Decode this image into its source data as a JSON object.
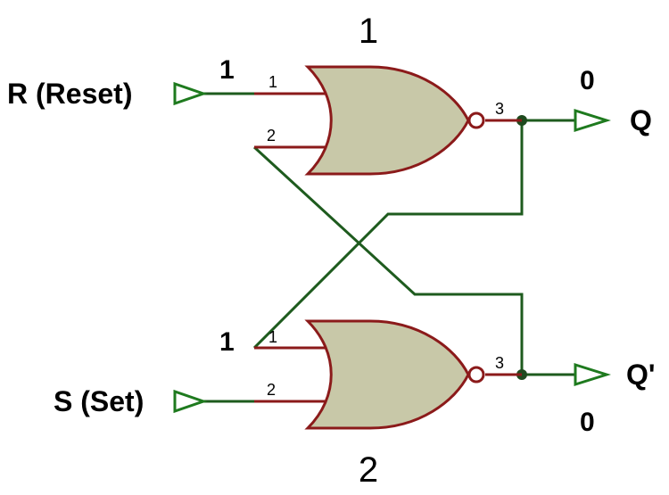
{
  "gates": [
    {
      "label": "1",
      "pins": [
        "1",
        "2",
        "3"
      ]
    },
    {
      "label": "2",
      "pins": [
        "1",
        "2",
        "3"
      ]
    }
  ],
  "inputs": {
    "reset_label": "R (Reset)",
    "set_label": "S (Set)",
    "reset_value": "1",
    "set_value": "1"
  },
  "outputs": {
    "q_label": "Q",
    "qbar_label": "Q'",
    "q_value": "0",
    "qbar_value": "0"
  },
  "colors": {
    "wire": "#1e5b1e",
    "pin": "#8b1a1a",
    "gate_fill": "#c8c8a8"
  }
}
